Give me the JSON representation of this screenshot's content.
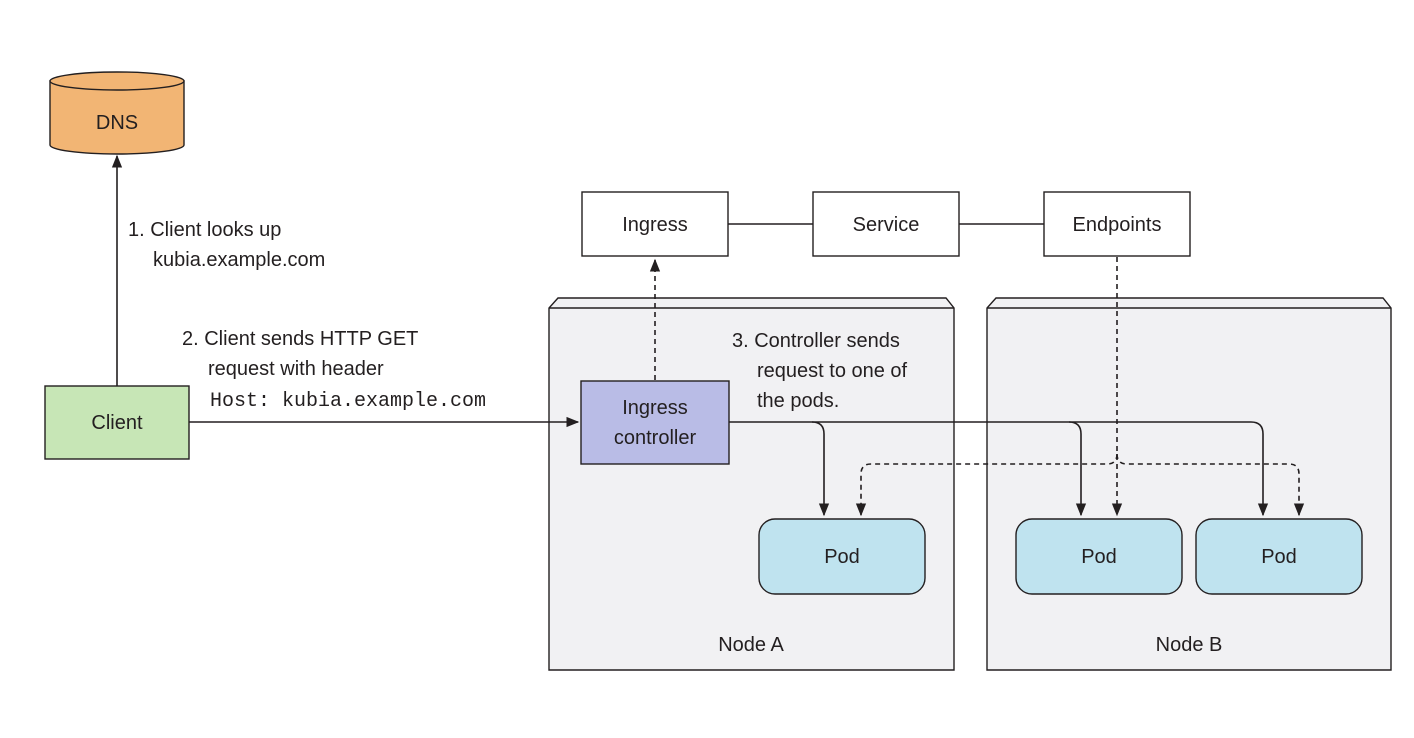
{
  "nodes": {
    "dns": "DNS",
    "client": "Client",
    "ingress": "Ingress",
    "service": "Service",
    "endpoints": "Endpoints",
    "ingress_controller": [
      "Ingress",
      "controller"
    ],
    "pod_a": "Pod",
    "pod_b1": "Pod",
    "pod_b2": "Pod",
    "node_a": "Node A",
    "node_b": "Node B"
  },
  "steps": {
    "step1": [
      "1. Client looks up",
      "kubia.example.com"
    ],
    "step2": [
      "2. Client sends HTTP GET",
      "request with header"
    ],
    "step2_header": "Host: kubia.example.com",
    "step3": [
      "3. Controller sends",
      "request to one of",
      "the pods."
    ]
  },
  "colors": {
    "dns": "#f2b574",
    "client": "#c7e6b6",
    "ingress_controller": "#b9bce6",
    "pod": "#bfe3ef",
    "node": "#f1f1f3",
    "box": "#ffffff",
    "stroke": "#231f20"
  }
}
